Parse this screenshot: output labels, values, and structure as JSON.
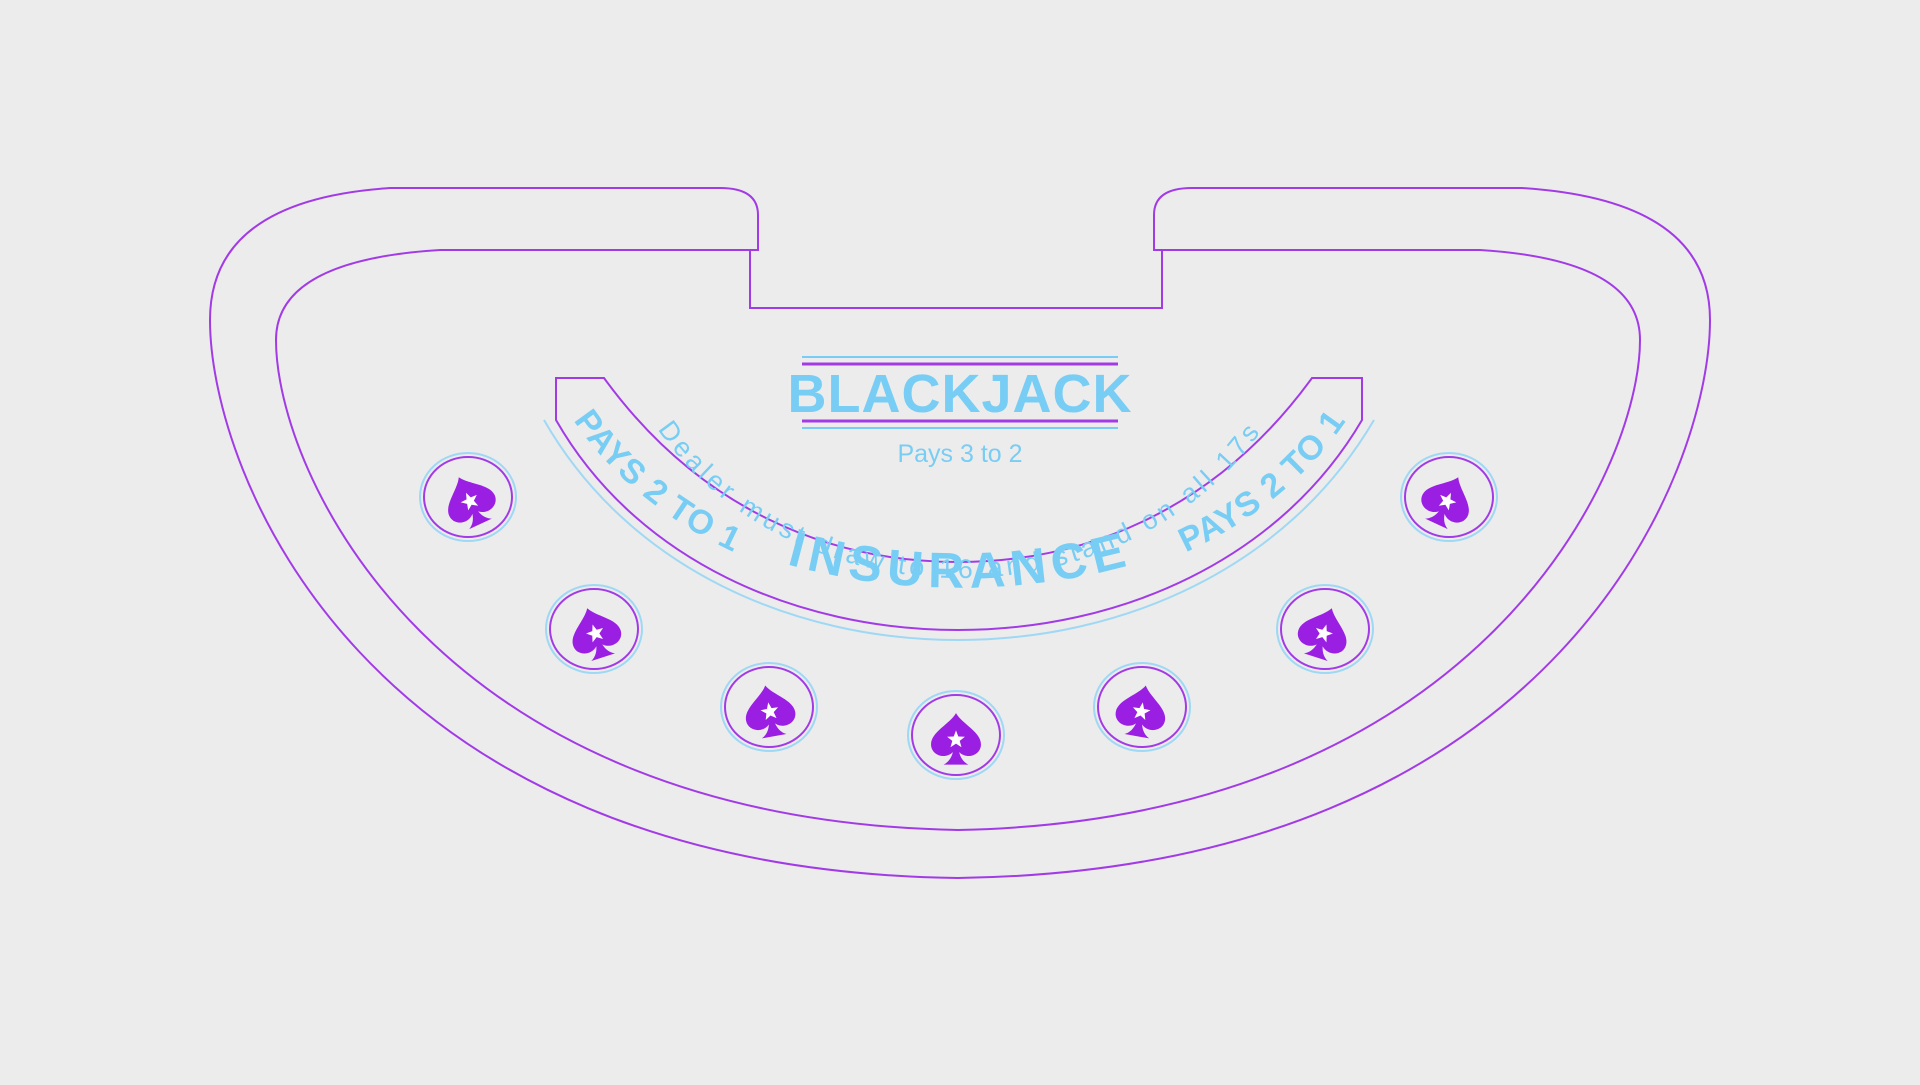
{
  "colors": {
    "background": "#ececec",
    "outline": "#a23be6",
    "accent": "#78cdf5",
    "spot_fill": "#9b1fe3",
    "spot_ring_inner": "#a23be6",
    "spot_ring_outer": "#9fd8f5"
  },
  "table": {
    "title": "BLACKJACK",
    "subtitle": "Pays 3 to 2",
    "dealer_rule": "Dealer must draw to 16 and stand on all 17s",
    "insurance_label": "INSURANCE",
    "insurance_left_label": "PAYS 2 TO 1",
    "insurance_right_label": "PAYS 2 TO 1"
  },
  "betting_spots": [
    {
      "name": "spot-1",
      "icon": "spade-star-icon"
    },
    {
      "name": "spot-2",
      "icon": "spade-star-icon"
    },
    {
      "name": "spot-3",
      "icon": "spade-star-icon"
    },
    {
      "name": "spot-4",
      "icon": "spade-star-icon"
    },
    {
      "name": "spot-5",
      "icon": "spade-star-icon"
    },
    {
      "name": "spot-6",
      "icon": "spade-star-icon"
    },
    {
      "name": "spot-7",
      "icon": "spade-star-icon"
    }
  ]
}
